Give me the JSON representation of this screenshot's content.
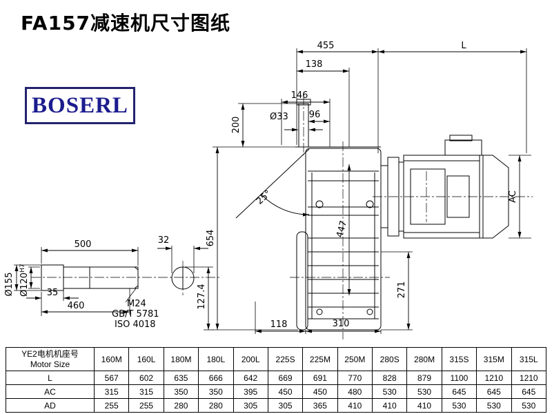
{
  "page": {
    "title": "FA157减速机尺寸图纸",
    "logo": "BOSERL"
  },
  "colors": {
    "brand_logo": "#1c1c8f",
    "line": "#000000"
  },
  "drawing": {
    "dims": {
      "d455": "455",
      "dL": "L",
      "d138": "138",
      "d146": "146",
      "d96": "96",
      "d33": "Ø33",
      "d200": "200",
      "d25": "25°",
      "d654": "654",
      "d447": "447",
      "d271": "271",
      "dAC": "AC",
      "d118": "118",
      "d310": "310",
      "d500": "500",
      "d35": "35",
      "d460": "460",
      "d155": "Ø155",
      "d120": "Ø120",
      "d120sup": "H7",
      "d32": "32",
      "d127": "127.4",
      "dM24": "M24",
      "dGB": "GB/T 5781",
      "dISO": "ISO 4018"
    }
  },
  "table": {
    "header_cn": "YE2电机机座号",
    "header_en": "Motor Size",
    "columns": [
      "160M",
      "160L",
      "180M",
      "180L",
      "200L",
      "225S",
      "225M",
      "250M",
      "280S",
      "280M",
      "315S",
      "315M",
      "315L"
    ],
    "rows": [
      {
        "label": "L",
        "values": [
          567,
          602,
          635,
          666,
          642,
          669,
          691,
          770,
          828,
          879,
          1100,
          1210,
          1210
        ]
      },
      {
        "label": "AC",
        "values": [
          315,
          315,
          350,
          350,
          395,
          450,
          450,
          480,
          530,
          530,
          645,
          645,
          645
        ]
      },
      {
        "label": "AD",
        "values": [
          255,
          255,
          280,
          280,
          305,
          305,
          365,
          410,
          410,
          410,
          530,
          530,
          530
        ]
      }
    ]
  }
}
